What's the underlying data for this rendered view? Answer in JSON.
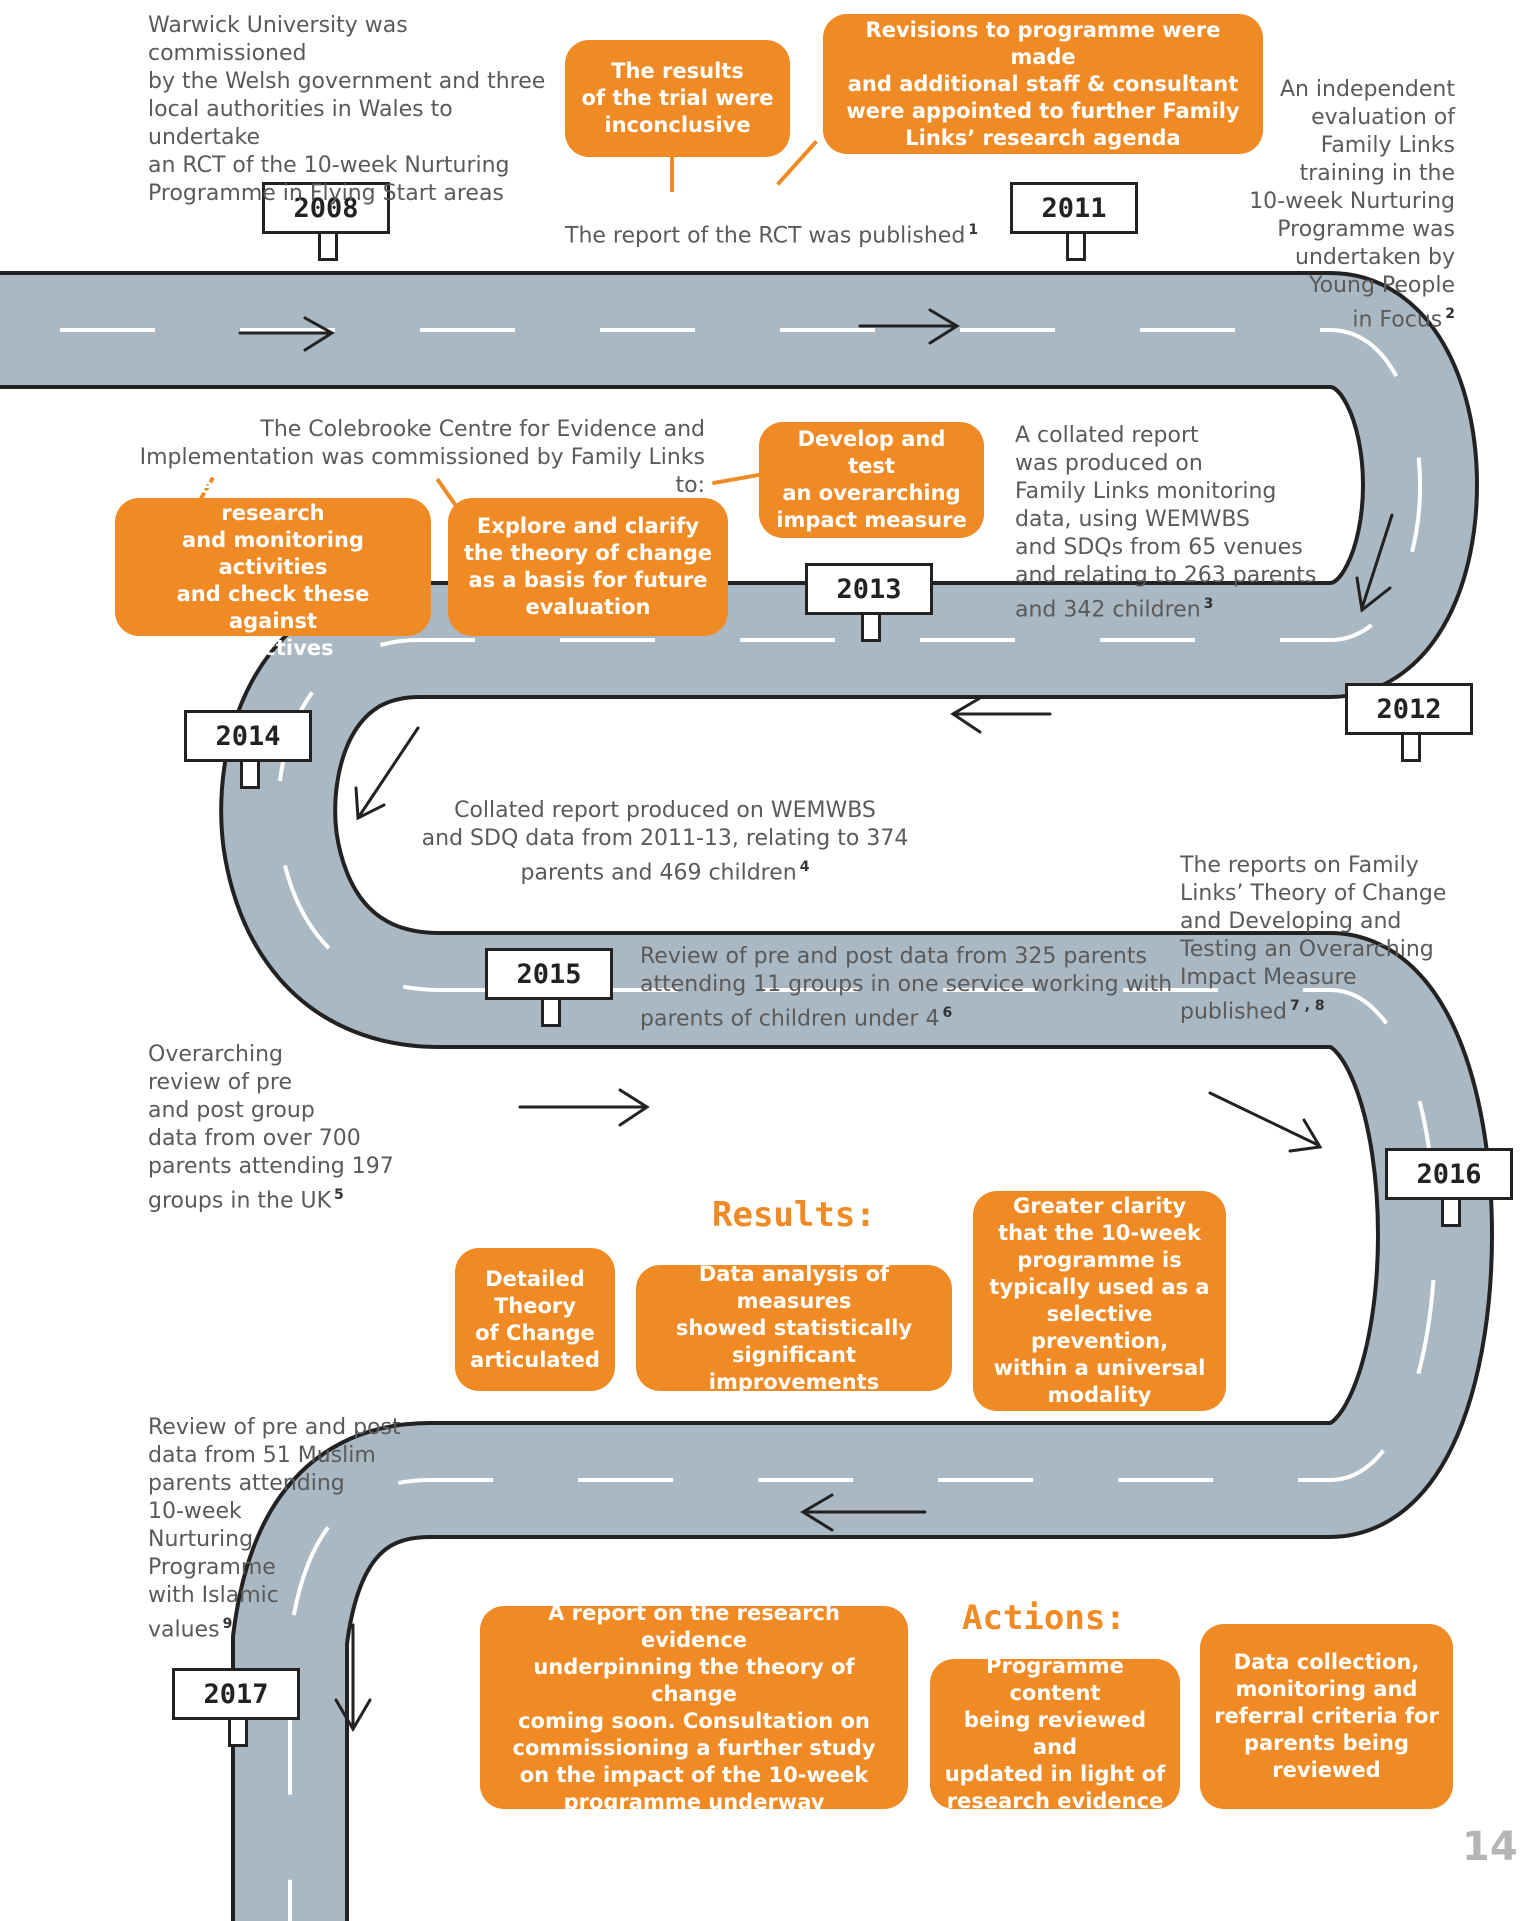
{
  "colors": {
    "accent": "#f08a24",
    "road": "#a9b8c2",
    "road_edge": "#222222"
  },
  "milestones": [
    "2008",
    "2011",
    "2012",
    "2013",
    "2014",
    "2015",
    "2016",
    "2017"
  ],
  "notes": {
    "warwick": "Warwick University was commissioned\nby the Welsh government and three\nlocal authorities in Wales to undertake\nan RCT of the 10-week Nurturing\nProgramme in Flying Start areas",
    "rct_published": "The report of the RCT was published",
    "rct_published_ref": "1",
    "independent_eval": "An independent\nevaluation of\nFamily Links\ntraining in the\n10-week Nurturing\nProgramme was\nundertaken by\nYoung People\nin Focus",
    "independent_eval_ref": "2",
    "colebrooke": "The Colebrooke Centre for Evidence and\nImplementation was commissioned by Family Links to:",
    "collated_2012": "A collated report\nwas produced on\nFamily Links monitoring\ndata, using WEMWBS\nand SDQs from 65 venues\nand relating to 263 parents\nand 342 children",
    "collated_2012_ref": "3",
    "collated_2014": "Collated report produced on WEMWBS\nand SDQ data from 2011-13, relating to 374\nparents and 469 children",
    "collated_2014_ref": "4",
    "theory_reports": "The reports on Family\nLinks’ Theory of Change\nand Developing and\nTesting an Overarching\nImpact Measure\npublished",
    "theory_reports_ref": "7 , 8",
    "review_325": "Review of pre and post data from 325 parents\nattending 11 groups in one service working with\nparents of children under 4",
    "review_325_ref": "6",
    "overarching_review": "Overarching\nreview of pre\nand post group\ndata from over 700\nparents attending 197\ngroups in the UK",
    "overarching_review_ref": "5",
    "muslim_review": "Review of pre and post\ndata from 51 Muslim\nparents attending\n10-week\nNurturing\nProgramme\nwith Islamic\nvalues",
    "muslim_review_ref": "9"
  },
  "boxes": {
    "results_inconclusive": "The results\nof the trial were\ninconclusive",
    "revisions": "Revisions to programme were made\nand additional staff & consultant\nwere appointed to further Family\nLinks’ research agenda",
    "review_research": "Review current research\nand monitoring activities\nand check these against\nobjectives",
    "explore_theory": "Explore and clarify\nthe theory of change\nas a basis for future\nevaluation",
    "develop_measure": "Develop and test\nan overarching\nimpact measure",
    "detailed_theory": "Detailed\nTheory\nof Change\narticulated",
    "data_analysis": "Data analysis of measures\nshowed statistically\nsignificant improvements",
    "greater_clarity": "Greater clarity\nthat the 10-week\nprogramme is\ntypically used as a\nselective prevention,\nwithin a universal\nmodality",
    "report_coming": "A report on the research evidence\nunderpinning the theory of change\ncoming soon. Consultation on\ncommissioning a further study\non the impact of the 10-week\nprogramme underway",
    "programme_content": "Programme content\nbeing reviewed and\nupdated in light of\nresearch evidence",
    "data_collection": "Data collection,\nmonitoring and\nreferral criteria for\nparents being\nreviewed"
  },
  "headings": {
    "results": "Results:",
    "actions": "Actions:"
  },
  "page_number": "14"
}
